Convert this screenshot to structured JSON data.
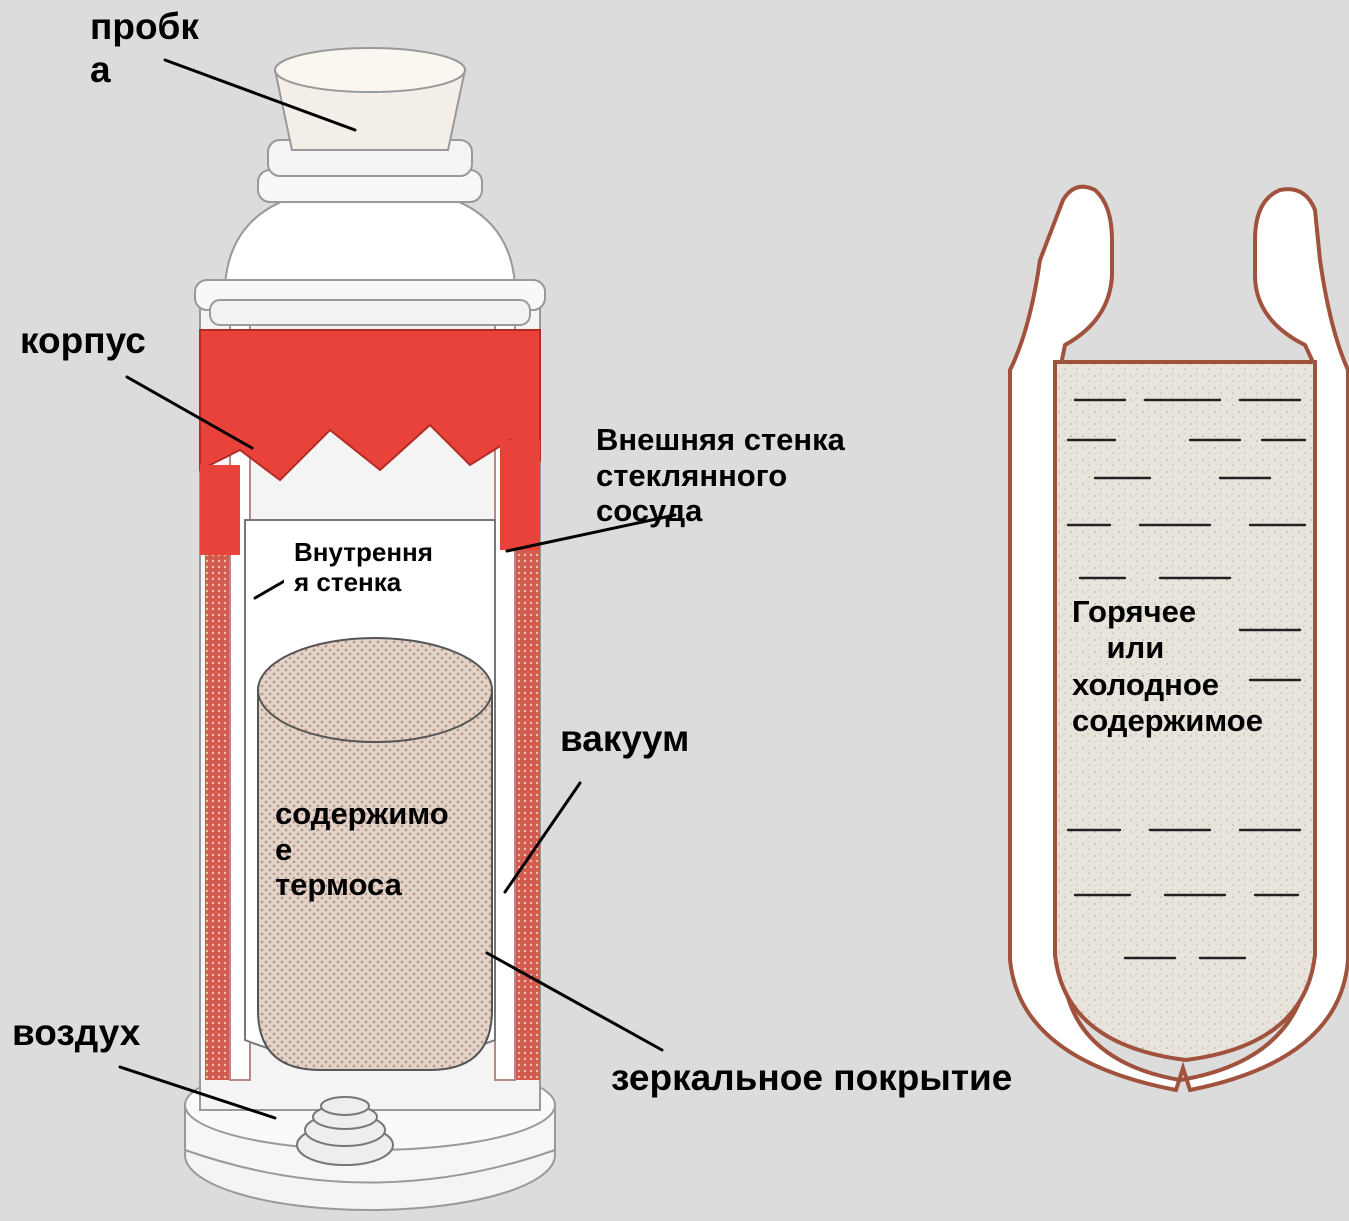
{
  "labels": {
    "cork": "пробк\nа",
    "body": "корпус",
    "outer_wall": "Внешняя стенка\nстеклянного\nсосуда",
    "inner_wall": "Внутрення\nя стенка",
    "vacuum": "вакуум",
    "contents": "содержимо\nе\nтермоса",
    "air": "воздух",
    "mirror_coating": "зеркальное покрытие",
    "flask_contents": "Горячее\n    или\nхолодное\nсодержимое"
  },
  "colors": {
    "background": "#dcdcdc",
    "body_red": "#e8423a",
    "glass_wall": "#a0523c",
    "white": "#ffffff",
    "liquid": "#d6c2b6"
  }
}
